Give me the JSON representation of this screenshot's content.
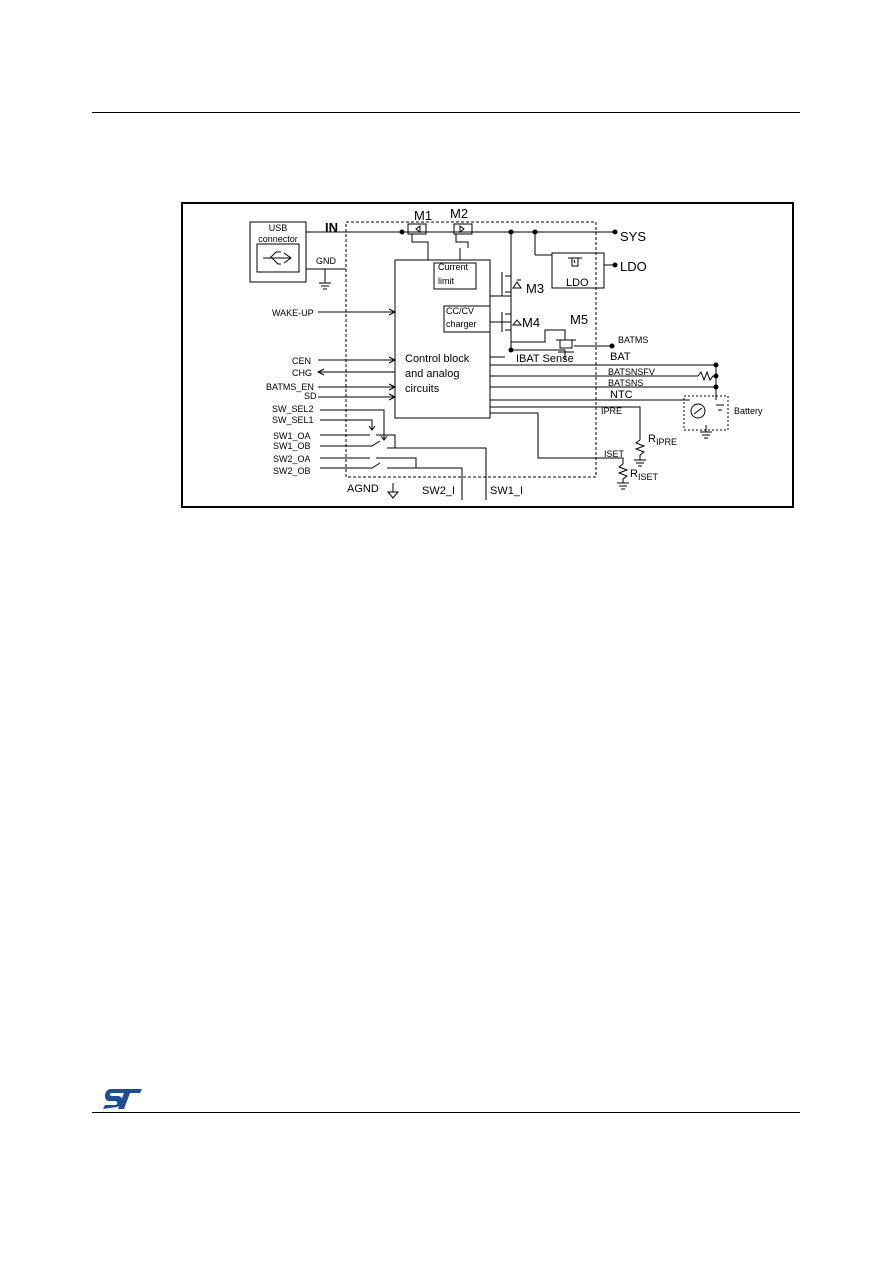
{
  "diagram": {
    "usb_line1": "USB",
    "usb_line2": "connector",
    "in": "IN",
    "gnd": "GND",
    "m1": "M1",
    "m2": "M2",
    "m3": "M3",
    "m4": "M4",
    "m5": "M5",
    "sys": "SYS",
    "ldo_out": "LDO",
    "ldo_block": "LDO",
    "current_limit_1": "Current",
    "current_limit_2": "limit",
    "cccv_1": "CC/CV",
    "cccv_2": "charger",
    "control_1": "Control block",
    "control_2": "and analog",
    "control_3": "circuits",
    "wake_up": "WAKE-UP",
    "cen": "CEN",
    "chg": "CHG",
    "batms_en": "BATMS_EN",
    "sd": "SD",
    "sw_sel2": "SW_SEL2",
    "sw_sel1": "SW_SEL1",
    "sw1_oa": "SW1_OA",
    "sw1_ob": "SW1_OB",
    "sw2_oa": "SW2_OA",
    "sw2_ob": "SW2_OB",
    "agnd": "AGND",
    "sw2_i": "SW2_I",
    "sw1_i": "SW1_I",
    "batms": "BATMS",
    "ibat_sense": "IBAT Sense",
    "bat": "BAT",
    "batsnsfv": "BATSNSFV",
    "batsns": "BATSNS",
    "ntc": "NTC",
    "battery": "Battery",
    "ipre": "IPRE",
    "ripre_r": "R",
    "ripre_sub": "IPRE",
    "iset": "ISET",
    "riset_r": "R",
    "riset_sub": "ISET"
  },
  "logo": {
    "text": "ST",
    "color": "#1f4e99"
  }
}
